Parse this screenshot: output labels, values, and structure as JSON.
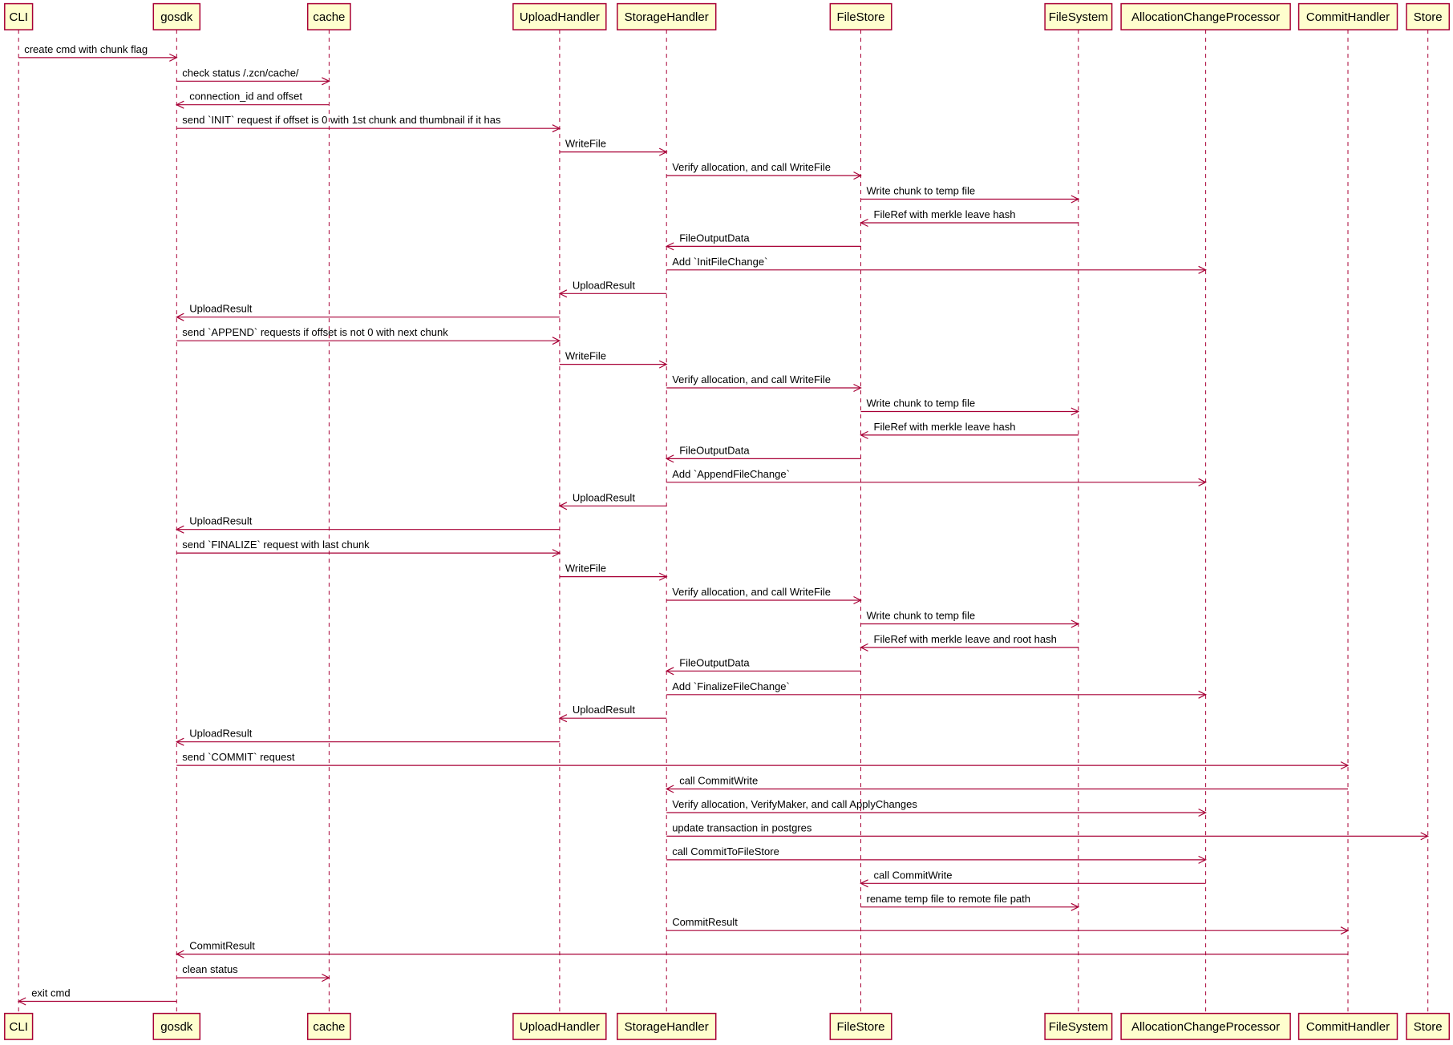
{
  "diagram": {
    "type": "sequence",
    "colors": {
      "line": "#a80036",
      "participant_fill": "#fefece",
      "participant_border": "#a80036",
      "text": "#000000"
    },
    "participants": [
      {
        "id": "cli",
        "label": "CLI"
      },
      {
        "id": "gosdk",
        "label": "gosdk"
      },
      {
        "id": "cache",
        "label": "cache"
      },
      {
        "id": "upload",
        "label": "UploadHandler"
      },
      {
        "id": "storage",
        "label": "StorageHandler"
      },
      {
        "id": "filestore",
        "label": "FileStore"
      },
      {
        "id": "filesystem",
        "label": "FileSystem"
      },
      {
        "id": "acp",
        "label": "AllocationChangeProcessor"
      },
      {
        "id": "commit",
        "label": "CommitHandler"
      },
      {
        "id": "store",
        "label": "Store"
      }
    ],
    "messages": [
      {
        "from": "cli",
        "to": "gosdk",
        "label": "create cmd with chunk flag"
      },
      {
        "from": "gosdk",
        "to": "cache",
        "label": "check status /.zcn/cache/"
      },
      {
        "from": "cache",
        "to": "gosdk",
        "label": "connection_id and offset"
      },
      {
        "from": "gosdk",
        "to": "upload",
        "label": "send `INIT` request if offset is 0 with 1st chunk and thumbnail if it has"
      },
      {
        "from": "upload",
        "to": "storage",
        "label": "WriteFile"
      },
      {
        "from": "storage",
        "to": "filestore",
        "label": "Verify allocation, and call WriteFile"
      },
      {
        "from": "filestore",
        "to": "filesystem",
        "label": "Write chunk to temp file"
      },
      {
        "from": "filesystem",
        "to": "filestore",
        "label": "FileRef with merkle leave hash"
      },
      {
        "from": "filestore",
        "to": "storage",
        "label": "FileOutputData"
      },
      {
        "from": "storage",
        "to": "acp",
        "label": "Add `InitFileChange`"
      },
      {
        "from": "storage",
        "to": "upload",
        "label": "UploadResult"
      },
      {
        "from": "upload",
        "to": "gosdk",
        "label": "UploadResult"
      },
      {
        "from": "gosdk",
        "to": "upload",
        "label": "send `APPEND` requests if offset is not 0 with next chunk"
      },
      {
        "from": "upload",
        "to": "storage",
        "label": "WriteFile"
      },
      {
        "from": "storage",
        "to": "filestore",
        "label": "Verify allocation, and call WriteFile"
      },
      {
        "from": "filestore",
        "to": "filesystem",
        "label": "Write chunk to temp file"
      },
      {
        "from": "filesystem",
        "to": "filestore",
        "label": "FileRef with merkle leave hash"
      },
      {
        "from": "filestore",
        "to": "storage",
        "label": "FileOutputData"
      },
      {
        "from": "storage",
        "to": "acp",
        "label": "Add `AppendFileChange`"
      },
      {
        "from": "storage",
        "to": "upload",
        "label": "UploadResult"
      },
      {
        "from": "upload",
        "to": "gosdk",
        "label": "UploadResult"
      },
      {
        "from": "gosdk",
        "to": "upload",
        "label": "send `FINALIZE` request with last chunk"
      },
      {
        "from": "upload",
        "to": "storage",
        "label": "WriteFile"
      },
      {
        "from": "storage",
        "to": "filestore",
        "label": "Verify allocation, and call WriteFile"
      },
      {
        "from": "filestore",
        "to": "filesystem",
        "label": "Write chunk to temp file"
      },
      {
        "from": "filesystem",
        "to": "filestore",
        "label": "FileRef with merkle leave and root hash"
      },
      {
        "from": "filestore",
        "to": "storage",
        "label": "FileOutputData"
      },
      {
        "from": "storage",
        "to": "acp",
        "label": "Add `FinalizeFileChange`"
      },
      {
        "from": "storage",
        "to": "upload",
        "label": "UploadResult"
      },
      {
        "from": "upload",
        "to": "gosdk",
        "label": "UploadResult"
      },
      {
        "from": "gosdk",
        "to": "commit",
        "label": "send `COMMIT` request"
      },
      {
        "from": "commit",
        "to": "storage",
        "label": "call CommitWrite"
      },
      {
        "from": "storage",
        "to": "acp",
        "label": "Verify allocation, VerifyMaker, and call ApplyChanges"
      },
      {
        "from": "storage",
        "to": "store",
        "label": "update transaction in postgres"
      },
      {
        "from": "storage",
        "to": "acp",
        "label": "call CommitToFileStore"
      },
      {
        "from": "acp",
        "to": "filestore",
        "label": "call CommitWrite"
      },
      {
        "from": "filestore",
        "to": "filesystem",
        "label": "rename temp file to remote file path"
      },
      {
        "from": "storage",
        "to": "commit",
        "label": "CommitResult"
      },
      {
        "from": "commit",
        "to": "gosdk",
        "label": "CommitResult"
      },
      {
        "from": "gosdk",
        "to": "cache",
        "label": "clean status"
      },
      {
        "from": "gosdk",
        "to": "cli",
        "label": "exit cmd"
      }
    ]
  }
}
